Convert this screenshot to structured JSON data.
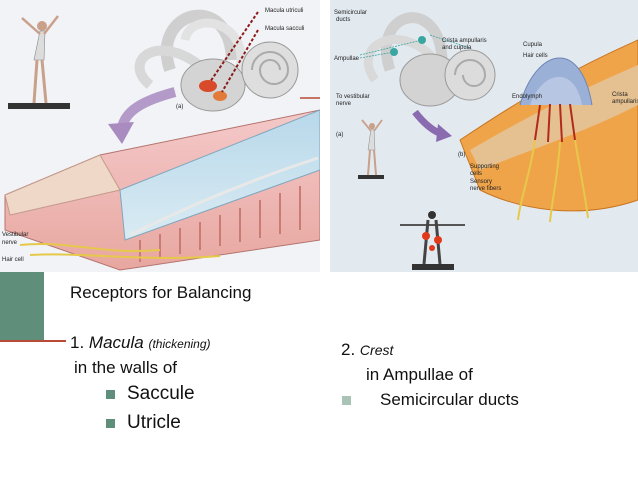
{
  "left_figure": {
    "panel_label": "(a)",
    "labels": {
      "macula_utriculi": "Macula utriculi",
      "macula_sacculi": "Macula sacculi",
      "vestibular_nerve_1": "Vestibular",
      "vestibular_nerve_2": "nerve",
      "hair_cell": "Hair cell"
    }
  },
  "right_figure": {
    "panel_label_a": "(a)",
    "panel_label_b": "(b)",
    "labels": {
      "semicircular_1": "Semicircular",
      "semicircular_2": "ducts",
      "crista_1": "Crista ampullaris",
      "crista_2": "and cupula",
      "ampullae": "Ampullae",
      "to_vestibular_1": "To vestibular",
      "to_vestibular_2": "nerve",
      "cupula": "Cupula",
      "hair_cells": "Hair cells",
      "endolymph": "Endolymph",
      "crista_amp_1": "Crista",
      "crista_amp_2": "ampullaris",
      "supporting_1": "Supporting",
      "supporting_2": "cells",
      "sensory_1": "Sensory",
      "sensory_2": "nerve fibers"
    }
  },
  "content": {
    "title": "Receptors for Balancing",
    "item1_number": "1.",
    "item1_name": "Macula",
    "item1_note": "(thickening)",
    "item1_location": "in the walls of",
    "item1_bullets": [
      "Saccule",
      "Utricle"
    ],
    "item2_number": "2.",
    "item2_name": "Crest",
    "item2_location": "in Ampullae of",
    "item2_bullets": [
      "Semicircular ducts"
    ]
  },
  "colors": {
    "accent_green": "#5f8f7b",
    "accent_light": "#a9c3b7",
    "accent_red": "#b94a36"
  }
}
